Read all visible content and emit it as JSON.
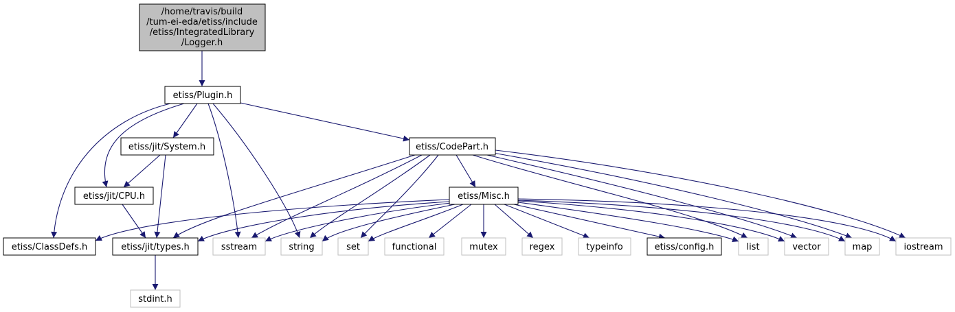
{
  "diagram": {
    "colors": {
      "edge": "#191970",
      "root_fill": "#bfbfbf",
      "node_fill": "#ffffff",
      "node_border": "#000000",
      "system_border": "#bfbfbf"
    },
    "nodes": {
      "root": {
        "lines": [
          "/home/travis/build",
          "/tum-ei-eda/etiss/include",
          "/etiss/IntegratedLibrary",
          "/Logger.h"
        ]
      },
      "plugin": {
        "label": "etiss/Plugin.h"
      },
      "system": {
        "label": "etiss/jit/System.h"
      },
      "codepart": {
        "label": "etiss/CodePart.h"
      },
      "cpu": {
        "label": "etiss/jit/CPU.h"
      },
      "misc": {
        "label": "etiss/Misc.h"
      },
      "classdefs": {
        "label": "etiss/ClassDefs.h"
      },
      "types": {
        "label": "etiss/jit/types.h"
      },
      "sstream": {
        "label": "sstream"
      },
      "string": {
        "label": "string"
      },
      "set": {
        "label": "set"
      },
      "functional": {
        "label": "functional"
      },
      "mutex": {
        "label": "mutex"
      },
      "regex": {
        "label": "regex"
      },
      "typeinfo": {
        "label": "typeinfo"
      },
      "config": {
        "label": "etiss/config.h"
      },
      "list": {
        "label": "list"
      },
      "vector": {
        "label": "vector"
      },
      "map": {
        "label": "map"
      },
      "iostream": {
        "label": "iostream"
      },
      "stdint": {
        "label": "stdint.h"
      }
    },
    "edges": [
      [
        "root",
        "plugin"
      ],
      [
        "plugin",
        "system"
      ],
      [
        "plugin",
        "codepart"
      ],
      [
        "plugin",
        "cpu"
      ],
      [
        "plugin",
        "classdefs"
      ],
      [
        "plugin",
        "sstream"
      ],
      [
        "plugin",
        "string"
      ],
      [
        "system",
        "cpu"
      ],
      [
        "system",
        "types"
      ],
      [
        "cpu",
        "types"
      ],
      [
        "codepart",
        "misc"
      ],
      [
        "codepart",
        "types"
      ],
      [
        "codepart",
        "sstream"
      ],
      [
        "codepart",
        "string"
      ],
      [
        "codepart",
        "set"
      ],
      [
        "codepart",
        "list"
      ],
      [
        "codepart",
        "vector"
      ],
      [
        "codepart",
        "map"
      ],
      [
        "codepart",
        "iostream"
      ],
      [
        "misc",
        "classdefs"
      ],
      [
        "misc",
        "types"
      ],
      [
        "misc",
        "sstream"
      ],
      [
        "misc",
        "string"
      ],
      [
        "misc",
        "set"
      ],
      [
        "misc",
        "functional"
      ],
      [
        "misc",
        "mutex"
      ],
      [
        "misc",
        "regex"
      ],
      [
        "misc",
        "typeinfo"
      ],
      [
        "misc",
        "config"
      ],
      [
        "misc",
        "list"
      ],
      [
        "misc",
        "vector"
      ],
      [
        "misc",
        "map"
      ],
      [
        "misc",
        "iostream"
      ],
      [
        "types",
        "stdint"
      ]
    ]
  }
}
